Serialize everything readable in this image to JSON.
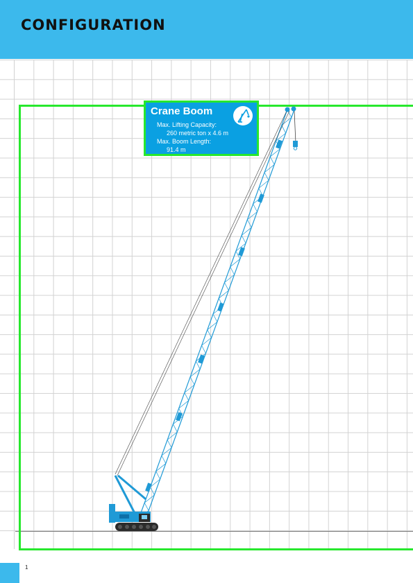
{
  "header": {
    "title": "CONFIGURATION"
  },
  "info": {
    "title": "Crane Boom",
    "capacity_label": "Max. Lifting Capacity:",
    "capacity_value": "260 metric ton x 4.6 m",
    "length_label": "Max. Boom Length:",
    "length_value": "91.4 m",
    "icon": "crane-icon"
  },
  "footer": {
    "page_number": "1"
  },
  "colors": {
    "accent": "#3cb9ec",
    "info_box": "#0aa0e2",
    "highlight_frame": "#27e82d",
    "crane_body": "#1f9ad6",
    "crane_dark": "#2b2b2b"
  }
}
